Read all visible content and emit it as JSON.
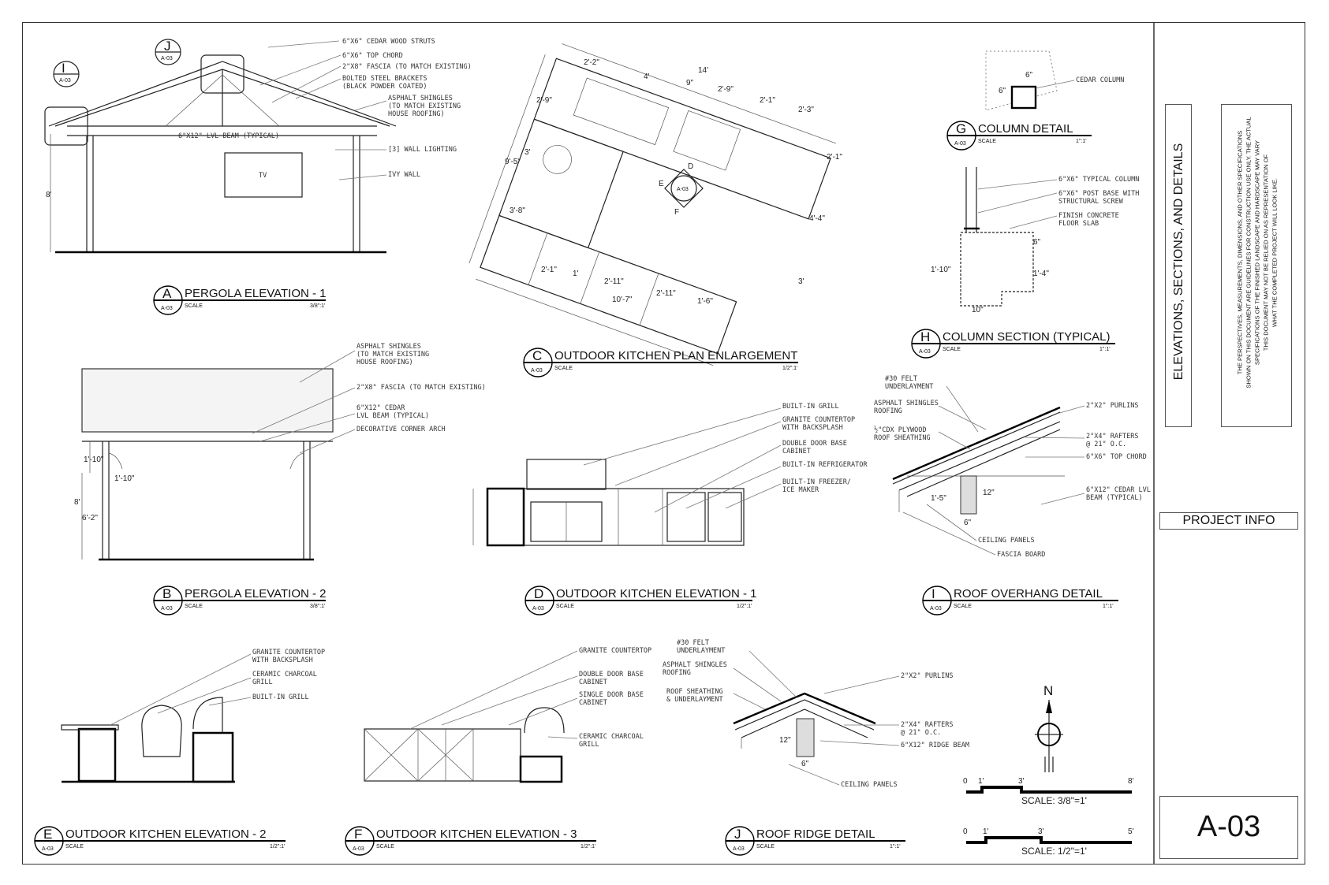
{
  "sheet": {
    "project_info": "PROJECT INFO",
    "sheet_number": "A-03",
    "sheet_title": "ELEVATIONS, SECTIONS, AND DETAILS",
    "disclaimer": [
      "THE PERSPECTIVES, MEASUREMENTS, DIMENSIONS, AND OTHER SPECIFICATIONS",
      "SHOWN ON THIS DOCUMENT ARE GUIDELINES FOR CONSTRUCTION USE ONLY. THE ACTUAL",
      "SPECIFICATIONS OF THE FINISHED LANDSCAPE AND HARDSCAPE MAY VARY",
      "THIS DOCUMENT MAY NOT BE RELIED ON AS REPRESENTATION OF",
      "WHAT THE COMPLETED PROJECT WILL LOOK LIKE."
    ]
  },
  "views": {
    "A": {
      "letter": "A",
      "ref": "A-03",
      "title": "PERGOLA ELEVATION - 1",
      "scale_label": "SCALE",
      "scale": "3/8\":1'",
      "notes": [
        "6\"X6\" CEDAR WOOD STRUTS",
        "6\"X6\" TOP CHORD",
        "2\"X8\" FASCIA (TO MATCH EXISTING)",
        "BOLTED STEEL BRACKETS",
        "(BLACK POWDER COATED)",
        "ASPHALT SHINGLES",
        "(TO MATCH EXISTING",
        "HOUSE ROOFING)",
        "[3] WALL LIGHTING",
        "IVY WALL",
        "6\"X12\" LVL BEAM (TYPICAL)",
        "TV",
        "8'"
      ],
      "callout_I": "I",
      "callout_J": "J"
    },
    "B": {
      "letter": "B",
      "ref": "A-03",
      "title": "PERGOLA ELEVATION - 2",
      "scale_label": "SCALE",
      "scale": "3/8\":1'",
      "notes": [
        "ASPHALT SHINGLES",
        "(TO MATCH EXISTING",
        "HOUSE ROOFING)",
        "2\"X8\" FASCIA (TO MATCH EXISTING)",
        "6\"X12\" CEDAR",
        "LVL BEAM (TYPICAL)",
        "DECORATIVE CORNER ARCH"
      ],
      "dims": [
        "1'-10\"",
        "1'-10\"",
        "8'",
        "6'-2\""
      ]
    },
    "C": {
      "letter": "C",
      "ref": "A-03",
      "title": "OUTDOOR KITCHEN PLAN ENLARGEMENT",
      "scale_label": "SCALE",
      "scale": "1/2\":1'",
      "dims": [
        "14'",
        "2'-2\"",
        "4'",
        "9\"",
        "2'-9\"",
        "2'-1\"",
        "2'-3\"",
        "2'-9\"",
        "3'",
        "9'-5\"",
        "3'-8\"",
        "2'-1\"",
        "4'-4\"",
        "3'",
        "2'-1\"",
        "1'",
        "2'-11\"",
        "2'-11\"",
        "10'-7\"",
        "1'-6\""
      ],
      "marks": [
        "D",
        "E",
        "F"
      ]
    },
    "D": {
      "letter": "D",
      "ref": "A-03",
      "title": "OUTDOOR KITCHEN ELEVATION - 1",
      "scale_label": "SCALE",
      "scale": "1/2\":1'",
      "notes": [
        "BUILT-IN GRILL",
        "GRANITE COUNTERTOP",
        "WITH BACKSPLASH",
        "DOUBLE DOOR BASE",
        "CABINET",
        "BUILT-IN REFRIGERATOR",
        "BUILT-IN FREEZER/",
        "ICE MAKER"
      ]
    },
    "E": {
      "letter": "E",
      "ref": "A-03",
      "title": "OUTDOOR KITCHEN ELEVATION - 2",
      "scale_label": "SCALE",
      "scale": "1/2\":1'",
      "notes": [
        "GRANITE COUNTERTOP",
        "WITH BACKSPLASH",
        "CERAMIC CHARCOAL",
        "GRILL",
        "BUILT-IN GRILL"
      ]
    },
    "F": {
      "letter": "F",
      "ref": "A-03",
      "title": "OUTDOOR KITCHEN ELEVATION - 3",
      "scale_label": "SCALE",
      "scale": "1/2\":1'",
      "notes": [
        "GRANITE COUNTERTOP",
        "DOUBLE DOOR BASE",
        "CABINET",
        "SINGLE DOOR BASE",
        "CABINET",
        "CERAMIC CHARCOAL",
        "GRILL"
      ]
    },
    "G": {
      "letter": "G",
      "ref": "A-03",
      "title": "COLUMN DETAIL",
      "scale_label": "SCALE",
      "scale": "1\":1'",
      "notes": [
        "CEDAR COLUMN"
      ],
      "dims": [
        "6\"",
        "6\""
      ]
    },
    "H": {
      "letter": "H",
      "ref": "A-03",
      "title": "COLUMN SECTION (TYPICAL)",
      "scale_label": "SCALE",
      "scale": "1\":1'",
      "notes": [
        "6\"X6\" TYPICAL COLUMN",
        "6\"X6\" POST BASE WITH",
        "STRUCTURAL SCREW",
        "FINISH CONCRETE",
        "FLOOR SLAB"
      ],
      "dims": [
        "1'-10\"",
        "10\"",
        "6\"",
        "1'-4\""
      ]
    },
    "I": {
      "letter": "I",
      "ref": "A-03",
      "title": "ROOF OVERHANG DETAIL",
      "scale_label": "SCALE",
      "scale": "1\":1'",
      "notes": [
        "#30 FELT",
        "UNDERLAYMENT",
        "ASPHALT SHINGLES",
        "ROOFING",
        "½\"CDX PLYWOOD",
        "ROOF SHEATHING",
        "2\"X2\" PURLINS",
        "2\"X4\" RAFTERS",
        "@ 21\" O.C.",
        "6\"X6\" TOP CHORD",
        "6\"X12\" CEDAR LVL",
        "BEAM (TYPICAL)",
        "CEILING PANELS",
        "FASCIA BOARD"
      ],
      "dims": [
        "1'-5\"",
        "6\"",
        "12\""
      ]
    },
    "J": {
      "letter": "J",
      "ref": "A-03",
      "title": "ROOF RIDGE DETAIL",
      "scale_label": "SCALE",
      "scale": "1\":1'",
      "notes": [
        "#30 FELT",
        "UNDERLAYMENT",
        "ASPHALT SHINGLES",
        "ROOFING",
        "ROOF SHEATHING",
        "& UNDERLAYMENT",
        "2\"X2\" PURLINS",
        "2\"X4\" RAFTERS",
        "@ 21\" O.C.",
        "6\"X12\" RIDGE BEAM",
        "CEILING PANELS"
      ],
      "dims": [
        "12\"",
        "6\""
      ]
    }
  },
  "north": "N",
  "scale_bars": [
    {
      "ticks": [
        "0",
        "1'",
        "3'",
        "8'"
      ],
      "label": "SCALE: 3/8\"=1'"
    },
    {
      "ticks": [
        "0",
        "1'",
        "3'",
        "5'"
      ],
      "label": "SCALE: 1/2\"=1'"
    }
  ]
}
